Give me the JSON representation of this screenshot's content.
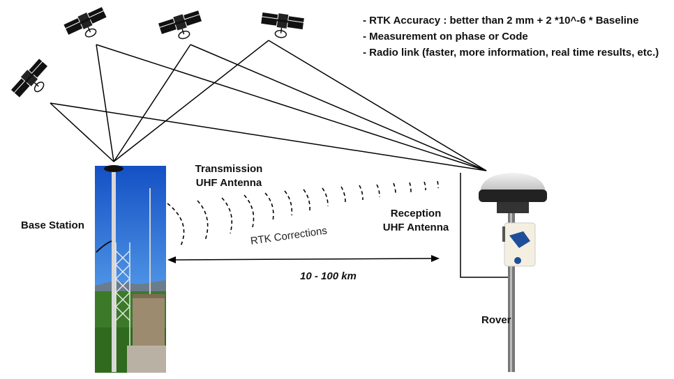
{
  "notes": [
    "- RTK Accuracy : better than 2 mm + 2 *10^-6 * Baseline",
    "- Measurement on phase or Code",
    "- Radio link (faster, more information,  real time results, etc.)"
  ],
  "labels": {
    "base_station": "Base Station",
    "transmission_line1": "Transmission",
    "transmission_line2": "UHF Antenna",
    "reception_line1": "Reception",
    "reception_line2": "UHF Antenna",
    "rtk_corrections": "RTK Corrections",
    "distance": "10 - 100 km",
    "rover": "Rover"
  },
  "colors": {
    "sky_top": "#1a5fd0",
    "sky_bottom": "#8fc4f0",
    "grass": "#3f7a2a",
    "line": "#000000",
    "receiver": "#3a3a3a",
    "radio_box": "#f4efe0",
    "radio_accent": "#1f4f9a"
  },
  "icons": [
    "satellite-icon",
    "base-station-photo",
    "rover-photo"
  ]
}
